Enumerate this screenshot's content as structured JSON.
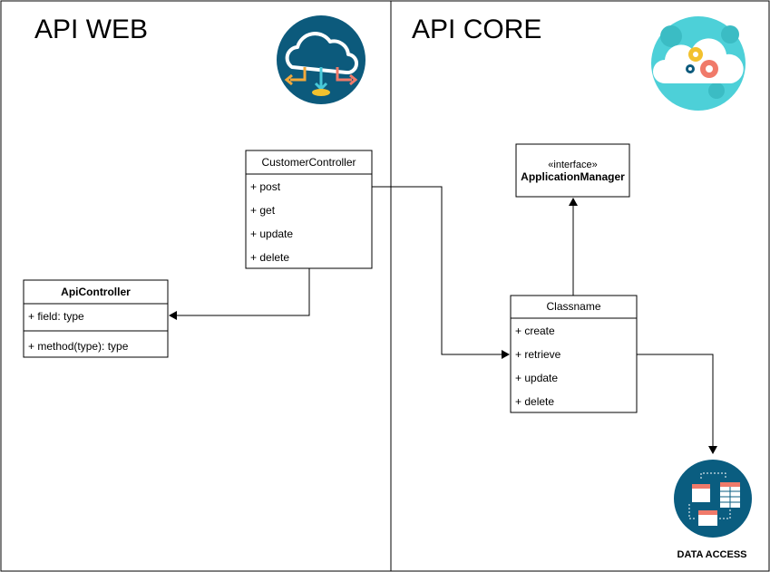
{
  "panels": {
    "left_title": "API WEB",
    "right_title": "API CORE"
  },
  "classes": {
    "customer_controller": {
      "name": "CustomerController",
      "methods": [
        "+ post",
        "+ get",
        "+ update",
        "+ delete"
      ]
    },
    "api_controller": {
      "name": "ApiController",
      "field": "+ field: type",
      "method": "+ method(type): type"
    },
    "application_manager": {
      "stereotype": "«interface»",
      "name": "ApplicationManager"
    },
    "classname": {
      "name": "Classname",
      "methods": [
        "+ create",
        "+ retrieve",
        "+ update",
        "+ delete"
      ]
    }
  },
  "data_access": {
    "label": "DATA ACCESS"
  },
  "icons": {
    "web": "cloud-api-icon",
    "core": "cloud-gears-icon",
    "data": "data-access-icon"
  },
  "colors": {
    "web_icon_bg": "#0c5a7c",
    "core_icon_bg": "#4dd0d8",
    "data_icon_bg": "#0a5d80",
    "gear_yellow": "#f2c12e",
    "gear_red": "#f07a6a",
    "arrow_orange": "#f2a93b",
    "arrow_teal": "#48c9d8",
    "arrow_red": "#f07a6a"
  }
}
